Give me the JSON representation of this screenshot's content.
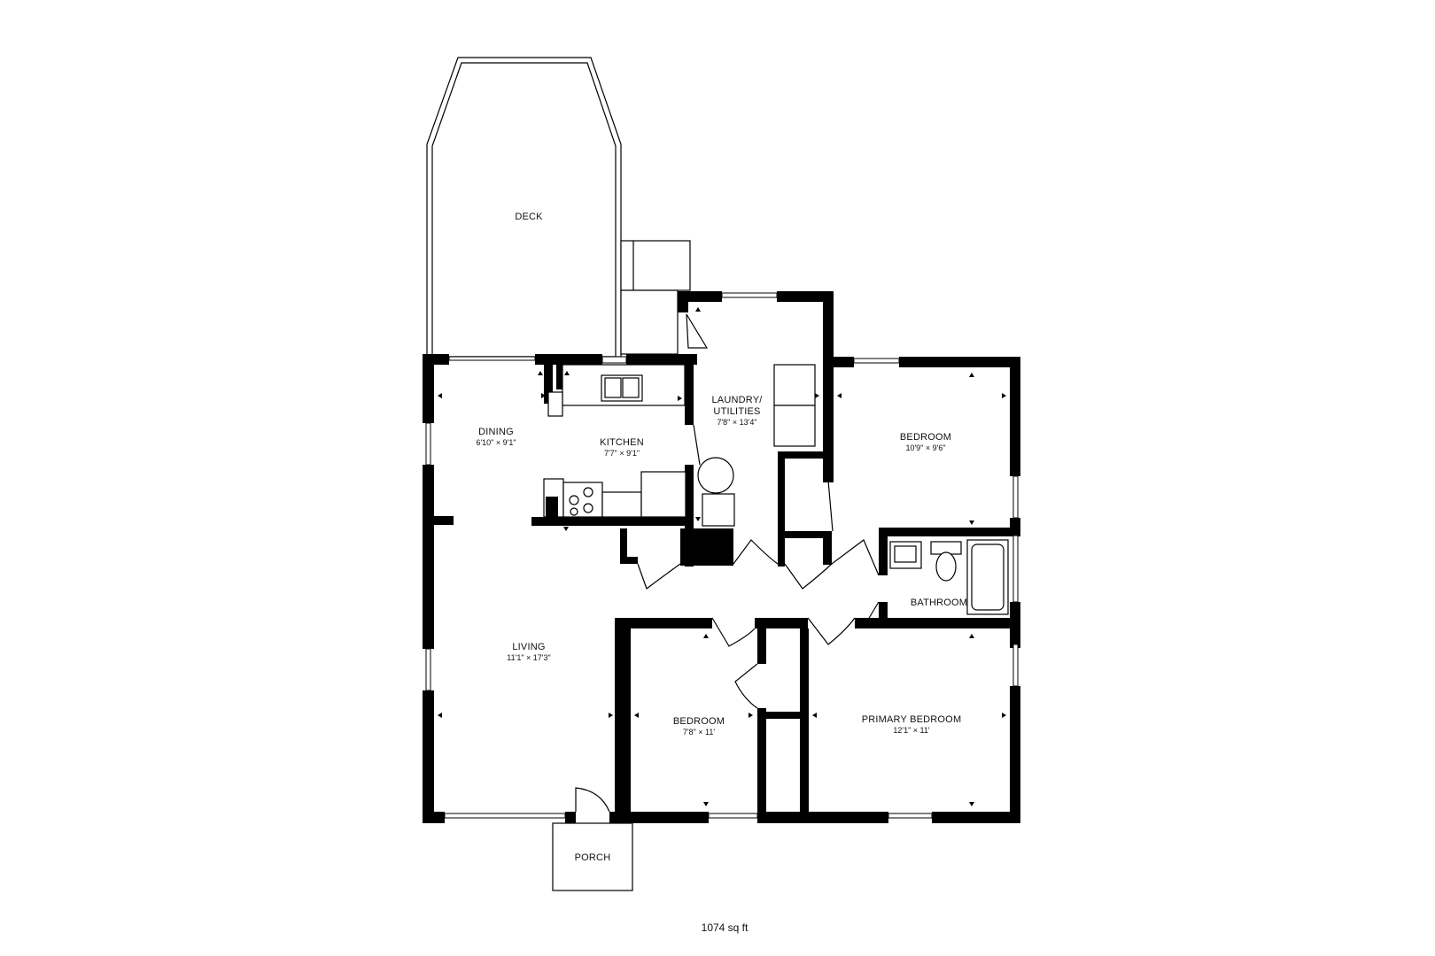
{
  "rooms": {
    "deck": {
      "name": "DECK"
    },
    "dining": {
      "name": "DINING",
      "dims": "6'10\" × 9'1\""
    },
    "kitchen": {
      "name": "KITCHEN",
      "dims": "7'7\" × 9'1\""
    },
    "laundry": {
      "name_line1": "LAUNDRY/",
      "name_line2": "UTILITIES",
      "dims": "7'8\" × 13'4\""
    },
    "bedroom_ne": {
      "name": "BEDROOM",
      "dims": "10'9\" × 9'6\""
    },
    "bathroom": {
      "name": "BATHROOM"
    },
    "living": {
      "name": "LIVING",
      "dims": "11'1\" × 17'3\""
    },
    "bedroom_s": {
      "name": "BEDROOM",
      "dims": "7'8\" × 11'"
    },
    "primary": {
      "name": "PRIMARY BEDROOM",
      "dims": "12'1\" × 11'"
    },
    "porch": {
      "name": "PORCH"
    }
  },
  "total_area": "1074 sq ft",
  "colors": {
    "wall": "#000000",
    "background": "#ffffff"
  }
}
